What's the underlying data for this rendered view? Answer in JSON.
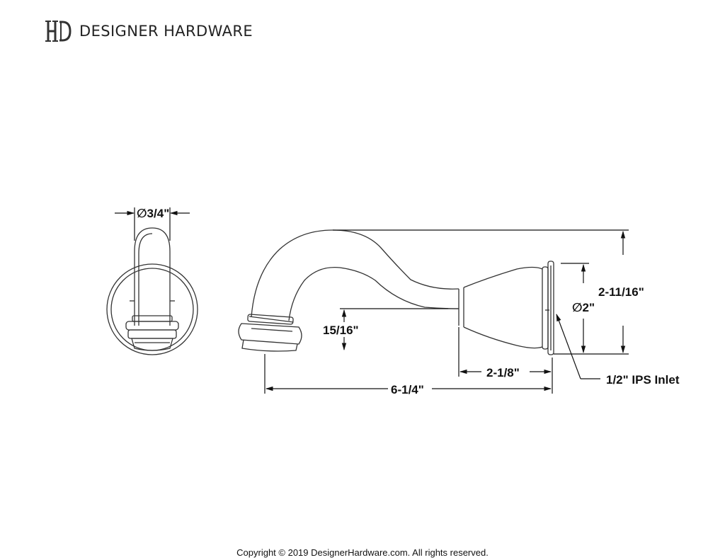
{
  "header": {
    "logo_text": "HD",
    "brand": "DESIGNER HARDWARE"
  },
  "dimensions": {
    "outlet_diameter": "∅3/4\"",
    "spout_height": "2-11/16\"",
    "flange_diameter": "∅2\"",
    "outlet_drop": "15/16\"",
    "base_length": "2-1/8\"",
    "overall_length": "6-1/4\"",
    "inlet": "1/2\" IPS Inlet"
  },
  "footer": {
    "copyright": "Copyright © 2019 DesignerHardware.com. All rights reserved."
  }
}
